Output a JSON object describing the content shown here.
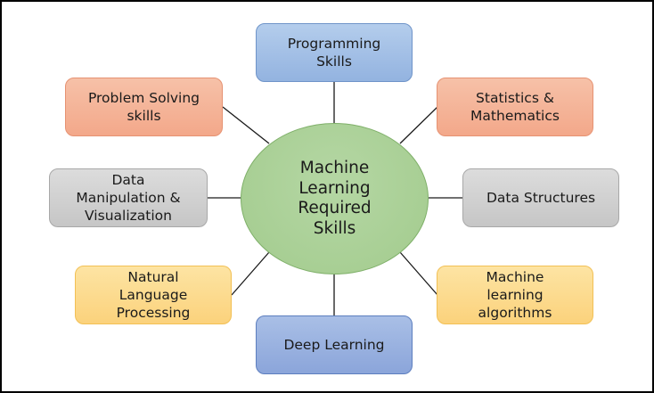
{
  "diagram": {
    "center": {
      "label": "Machine\nLearning\nRequired\nSkills",
      "color": "#a9d18e"
    },
    "nodes": [
      {
        "id": "programming-skills",
        "label": "Programming\nSkills",
        "color": "#9dbbe5",
        "position": "top"
      },
      {
        "id": "statistics-mathematics",
        "label": "Statistics &\nMathematics",
        "color": "#f4b183",
        "position": "top-right"
      },
      {
        "id": "data-structures",
        "label": "Data Structures",
        "color": "#d0d0d0",
        "position": "right"
      },
      {
        "id": "machine-learning-algorithms",
        "label": "Machine\nlearning\nalgorithms",
        "color": "#ffd97f",
        "position": "bottom-right"
      },
      {
        "id": "deep-learning",
        "label": "Deep Learning",
        "color": "#8faadc",
        "position": "bottom"
      },
      {
        "id": "natural-language-processing",
        "label": "Natural\nLanguage\nProcessing",
        "color": "#ffd97f",
        "position": "bottom-left"
      },
      {
        "id": "data-manipulation-visualization",
        "label": "Data\nManipulation &\nVisualization",
        "color": "#d0d0d0",
        "position": "left"
      },
      {
        "id": "problem-solving-skills",
        "label": "Problem Solving\nskills",
        "color": "#f4b183",
        "position": "top-left"
      }
    ]
  }
}
